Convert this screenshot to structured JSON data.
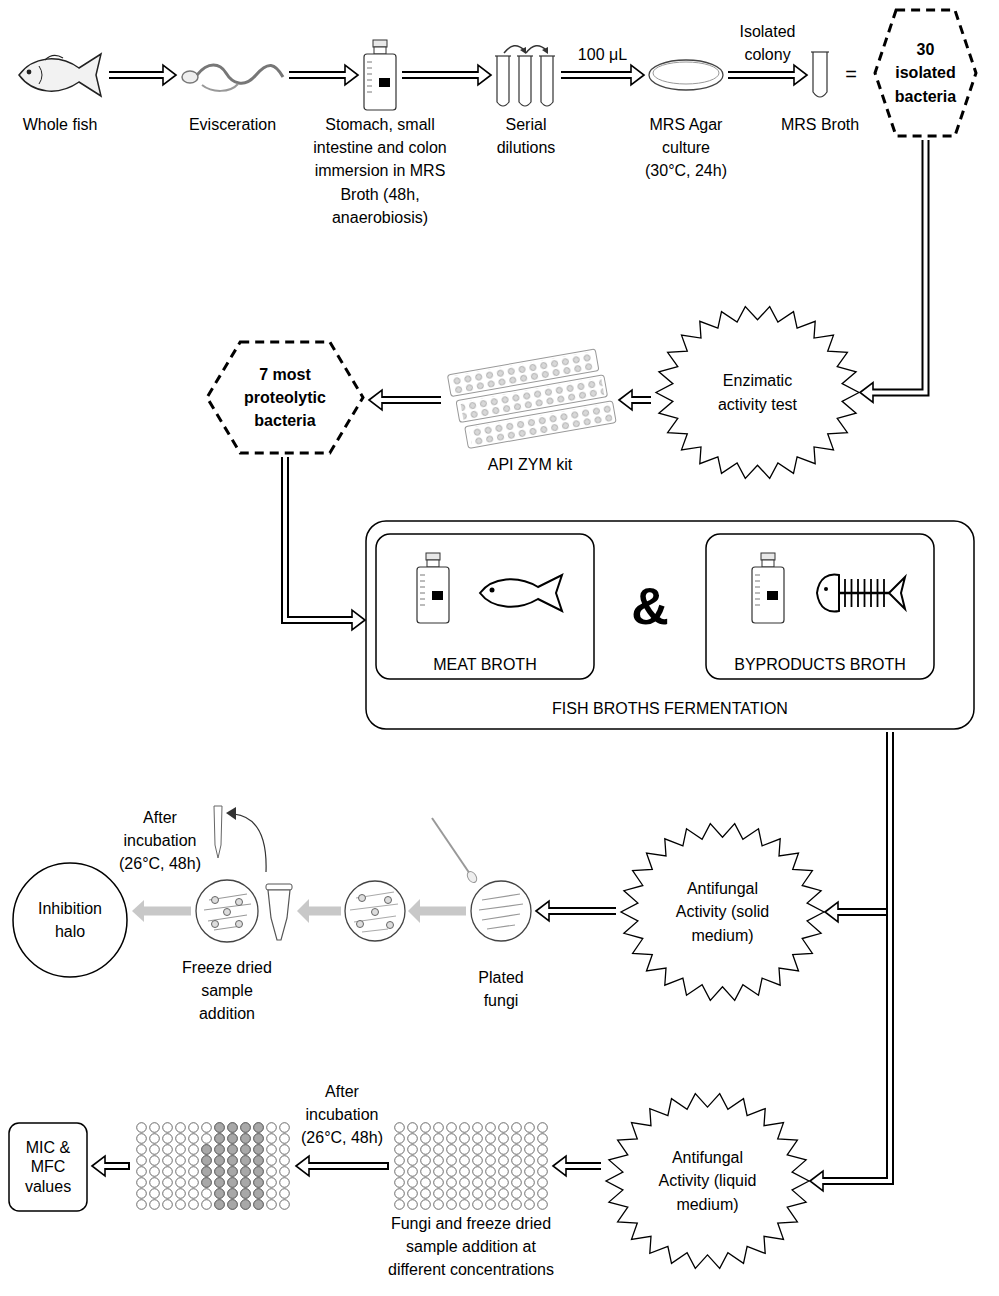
{
  "diagram": {
    "nodes": [
      {
        "text": [
          "Whole fish"
        ]
      },
      {
        "text": [
          "Evisceration"
        ]
      },
      {
        "text": [
          "Stomach, small intestine and colon immersion in MRS Broth (48h, anaerobiosis)"
        ]
      },
      {
        "text": [
          "Serial dilutions"
        ]
      },
      {
        "text": [
          "MRS Agar culture (30°C, 24h)"
        ]
      },
      {
        "text": [
          "MRS Broth"
        ]
      },
      {
        "text": [
          "30 isolated bacteria"
        ]
      },
      {
        "text": [
          "Enzimatic activity test"
        ]
      },
      {
        "text": [
          "API ZYM kit"
        ]
      },
      {
        "text": [
          "7 most proteolytic bacteria"
        ]
      },
      {
        "text": [
          "FISH BROTHS FERMENTATION"
        ]
      },
      {
        "text": [
          "MEAT BROTH"
        ],
        "in": 10
      },
      {
        "text": [
          "BYPRODUCTS BROTH"
        ],
        "in": 10
      },
      {
        "text": [
          "Antifungal Activity (solid medium)"
        ]
      },
      {
        "text": [
          "Plated fungi"
        ]
      },
      {
        "text": [
          "Freeze dried sample addition"
        ]
      },
      {
        "text": [
          "Inhibition halo"
        ]
      },
      {
        "text": [
          "Antifungal Activity (liquid medium)"
        ]
      },
      {
        "text": [
          "Fungi and freeze dried sample addition at different concentrations"
        ]
      },
      {
        "text": [
          "MIC & MFC values"
        ]
      }
    ],
    "edges": [
      {
        "from": 0,
        "to": 1,
        "arrow": "to"
      },
      {
        "from": 1,
        "to": 2,
        "arrow": "to"
      },
      {
        "from": 2,
        "to": 3,
        "arrow": "to"
      },
      {
        "from": 3,
        "to": 4,
        "label": "100 μL",
        "arrow": "to"
      },
      {
        "from": 4,
        "to": 5,
        "label": "Isolated colony",
        "arrow": "to"
      },
      {
        "from": 6,
        "to": 7,
        "arrow": "to"
      },
      {
        "from": 7,
        "to": 8,
        "arrow": "to"
      },
      {
        "from": 8,
        "to": 9,
        "arrow": "to"
      },
      {
        "from": 9,
        "to": 10,
        "arrow": "to"
      },
      {
        "from": 10,
        "to": 13,
        "arrow": "to"
      },
      {
        "from": 10,
        "to": 17,
        "arrow": "to"
      },
      {
        "from": 13,
        "to": 14,
        "arrow": "to"
      },
      {
        "from": 15,
        "to": 16,
        "arrow": "to"
      },
      {
        "from": 17,
        "to": 18,
        "arrow": "to"
      }
    ],
    "labels": [
      "=",
      "&",
      "After incubation (26°C, 48h)",
      "After incubation (26°C, 48h)"
    ]
  }
}
